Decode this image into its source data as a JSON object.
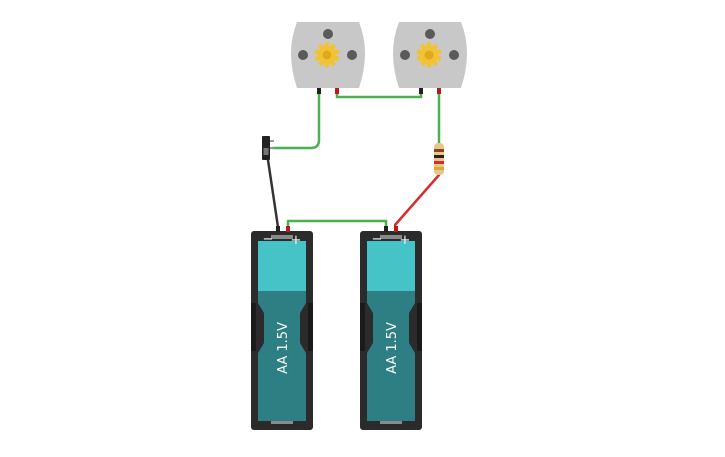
{
  "components": {
    "motors": [
      {
        "id": "motor-1"
      },
      {
        "id": "motor-2"
      }
    ],
    "switch": {
      "id": "slide-switch"
    },
    "resistor": {
      "id": "resistor"
    },
    "batteries": [
      {
        "id": "battery-1",
        "label": "AA 1.5V",
        "neg_symbol": "−",
        "pos_symbol": "+"
      },
      {
        "id": "battery-2",
        "label": "AA 1.5V",
        "neg_symbol": "−",
        "pos_symbol": "+"
      }
    ]
  },
  "colors": {
    "wire_green": "#4caf50",
    "wire_red": "#d32f2f",
    "wire_black": "#333333",
    "motor_body": "#c8c8c8",
    "gear": "#f2c230",
    "battery_holder": "#2b2b2b",
    "battery_top": "#45c3c6",
    "battery_body": "#2d7f83"
  }
}
